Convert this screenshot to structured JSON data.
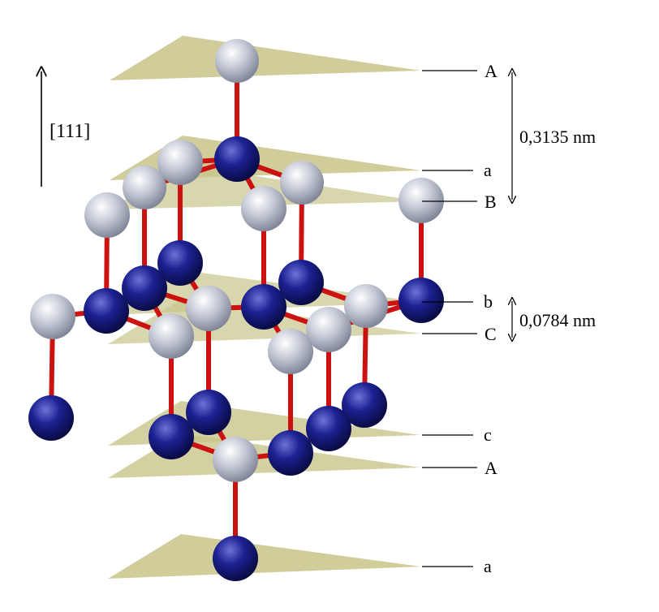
{
  "direction_label": "[111]",
  "spacings": {
    "large": "0,3135 nm",
    "small": "0,0784 nm"
  },
  "layers": [
    {
      "label": "A"
    },
    {
      "label": "a"
    },
    {
      "label": "B"
    },
    {
      "label": "b"
    },
    {
      "label": "C"
    },
    {
      "label": "c"
    },
    {
      "label": "A"
    },
    {
      "label": "a"
    }
  ],
  "colors": {
    "plane": "#c8c48a",
    "bond": "#cc1111",
    "atom_dark": "#16187a",
    "atom_light": "#b4b9c8",
    "line": "#000000"
  }
}
